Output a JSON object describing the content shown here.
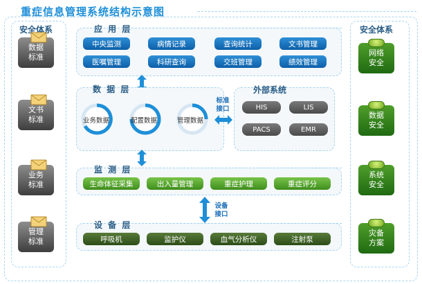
{
  "title": "重症信息管理系统结构示意图",
  "left_column": {
    "label": "安全体系",
    "items": [
      {
        "line1": "数据",
        "line2": "标准"
      },
      {
        "line1": "文书",
        "line2": "标准"
      },
      {
        "line1": "业务",
        "line2": "标准"
      },
      {
        "line1": "管理",
        "line2": "标准"
      }
    ]
  },
  "right_column": {
    "label": "安全体系",
    "items": [
      {
        "line1": "网络",
        "line2": "安全"
      },
      {
        "line1": "数据",
        "line2": "安全"
      },
      {
        "line1": "系统",
        "line2": "安全"
      },
      {
        "line1": "灾备",
        "line2": "方案"
      }
    ]
  },
  "application_layer": {
    "label": "应 用 层",
    "items": [
      "中央监测",
      "病情记录",
      "查询统计",
      "文书管理",
      "医嘱管理",
      "科研查询",
      "交班管理",
      "绩效管理"
    ]
  },
  "data_layer": {
    "label": "数 据 层",
    "items": [
      "业务数据",
      "配置数据",
      "管理数据"
    ]
  },
  "interface_label": {
    "line1": "标准",
    "line2": "接口"
  },
  "external_systems": {
    "label": "外部系统",
    "items": [
      "HIS",
      "LIS",
      "PACS",
      "EMR"
    ]
  },
  "monitor_layer": {
    "label": "监 测 层",
    "items": [
      "生命体征采集",
      "出入量管理",
      "重症护理",
      "重症评分"
    ]
  },
  "device_interface_label": {
    "line1": "设备",
    "line2": "接口"
  },
  "device_layer": {
    "label": "设 备 层",
    "items": [
      "呼吸机",
      "监护仪",
      "血气分析仪",
      "注射泵"
    ]
  },
  "colors": {
    "accent": "#1e8fd8",
    "app_pill": "#0d5fa8",
    "monitor_pill": "#3e8d1c",
    "device_pill": "#2c4d17",
    "external_pill": "#4a4a4a"
  }
}
